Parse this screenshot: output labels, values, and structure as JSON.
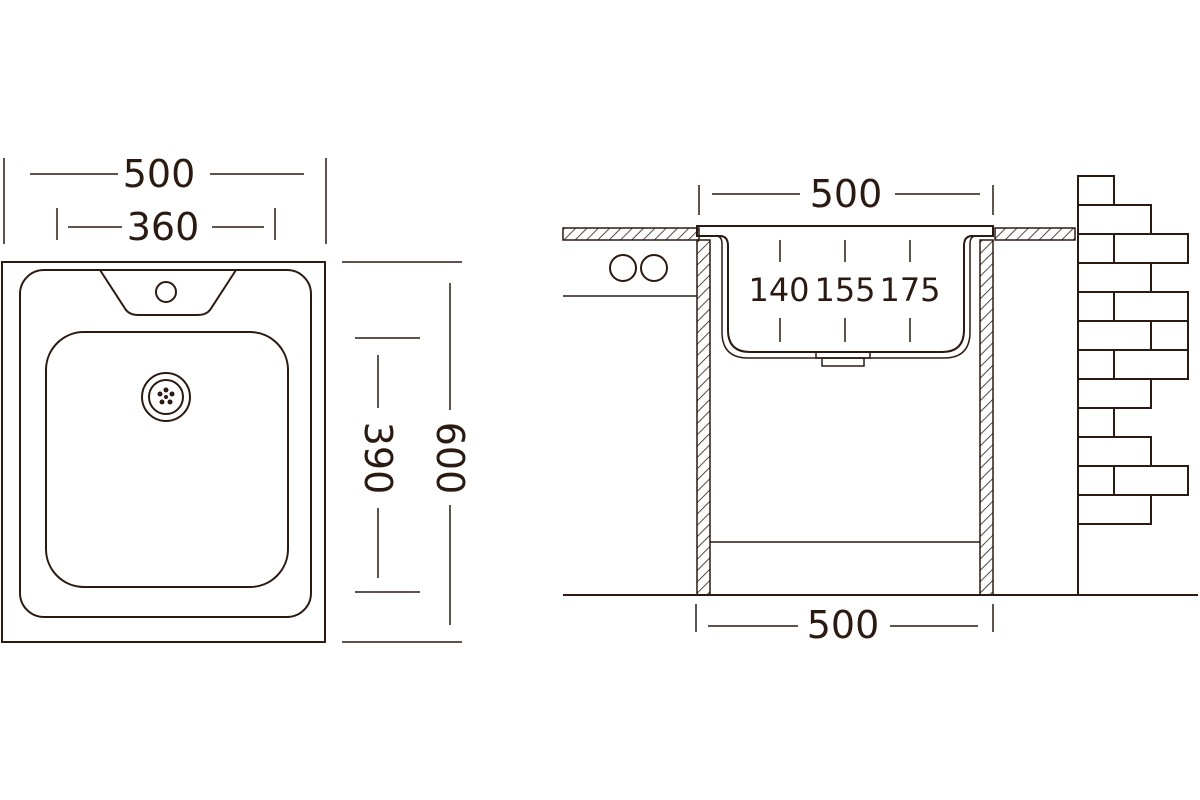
{
  "colors": {
    "stroke": "#2b1a12",
    "background": "#ffffff"
  },
  "top_view": {
    "overall_width": "500",
    "bowl_width": "360",
    "bowl_length": "390",
    "overall_length": "600"
  },
  "side_view": {
    "top_width": "500",
    "depth_1": "140",
    "depth_2": "155",
    "depth_3": "175",
    "bottom_width": "500"
  }
}
